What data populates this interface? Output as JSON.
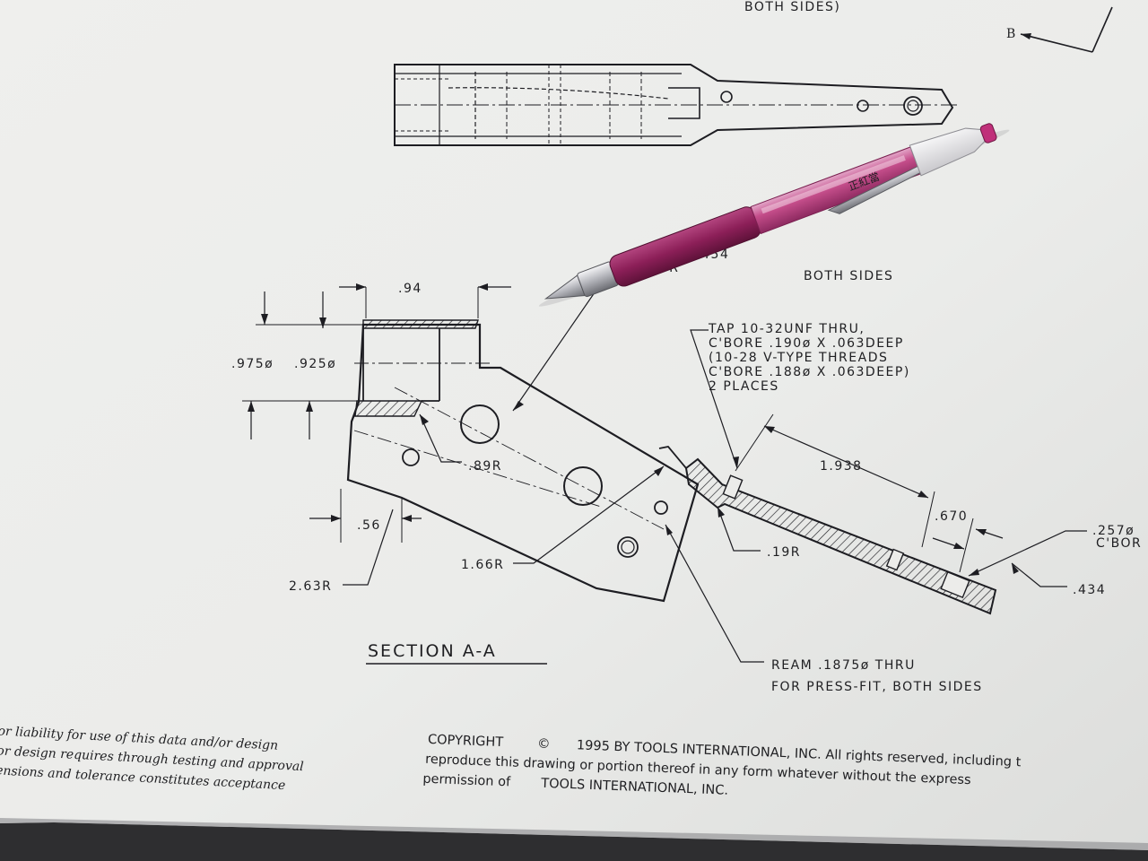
{
  "photo": {
    "description_free": true,
    "colors": {
      "paper": "#ececea",
      "ink": "#1d1d22",
      "pen_barrel": "#c03c7e",
      "pen_grip": "#8c1f58",
      "table_edge": "#2e2e30"
    }
  },
  "top_view": {
    "note_fragment": "BOTH SIDES)",
    "section_marker": "B"
  },
  "section_a_a": {
    "title": "SECTION A-A",
    "dims": {
      "width_94": ".94",
      "dia_975": ".975ø",
      "dia_925": ".925ø",
      "r_89": ".89R",
      "d_56": ".56",
      "r_263": "2.63R",
      "r_166": "1.66R",
      "r_19": ".19R",
      "d_1938": "1.938",
      "d_670": ".670",
      "d_434": ".434"
    },
    "notes": {
      "ream_454_line1": "REAM .454",
      "ream_454_line2": "FOR",
      "ream_454_line3": "BOTH SIDES",
      "tap_line1": "TAP 10-32UNF THRU,",
      "tap_line2": "C'BORE .190ø X .063DEEP",
      "tap_line3": "(10-28 V-TYPE THREADS",
      "tap_line4": "C'BORE .188ø X .063DEEP)",
      "tap_line5": "2 PLACES",
      "cbore_line1": ".257ø",
      "cbore_line2": "C'BOR",
      "ream_1875_line1": "REAM .1875ø THRU",
      "ream_1875_line2": "FOR PRESS-FIT, BOTH SIDES"
    }
  },
  "disclaimer": {
    "line1": "or liability for use of this data and/or design",
    "line2": "or design requires through testing and approval",
    "line3": "ensions and tolerance constitutes acceptance"
  },
  "copyright": {
    "line1_prefix": "COPYRIGHT",
    "line1_symbol": "©",
    "line1_rest": "1995 BY TOOLS INTERNATIONAL, INC. All rights reserved, including t",
    "line2": "reproduce this drawing or portion thereof in any form whatever without the express",
    "line3_a": "permission of",
    "line3_b": "TOOLS INTERNATIONAL, INC."
  },
  "pen": {
    "brand_mark": "正紅當"
  }
}
